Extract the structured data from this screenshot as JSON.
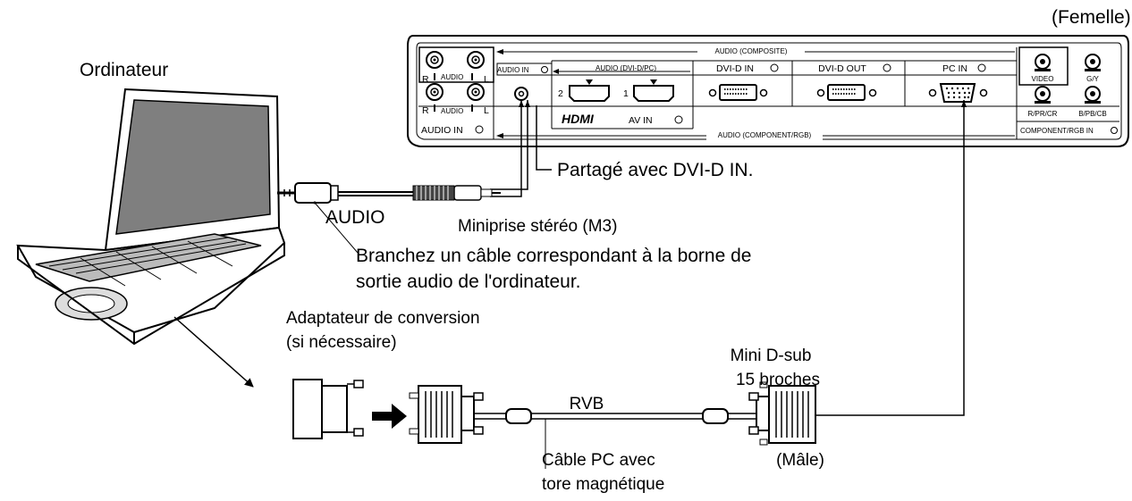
{
  "labels": {
    "femelle": "(Femelle)",
    "ordinateur": "Ordinateur",
    "partage": "Partagé avec DVI-D IN.",
    "audio": "AUDIO",
    "miniprise": "Miniprise stéréo (M3)",
    "branchez_line1": "Branchez un câble correspondant à la borne de",
    "branchez_line2": "sortie audio de l'ordinateur.",
    "adaptateur_line1": "Adaptateur de conversion",
    "adaptateur_line2": "(si nécessaire)",
    "minidsub_line1": "Mini D-sub",
    "minidsub_line2": "15 broches",
    "rvb": "RVB",
    "male": "(Mâle)",
    "cable_line1": "Câble PC avec",
    "cable_line2": "tore magnétique"
  },
  "panel": {
    "audio_composite": "AUDIO (COMPOSITE)",
    "audio_in": "AUDIO IN",
    "audio_dvid_pc": "AUDIO (DVI-D/PC)",
    "dvid_in": "DVI-D IN",
    "dvid_out": "DVI-D OUT",
    "pc_in": "PC IN",
    "video": "VIDEO",
    "gy": "G/Y",
    "r": "R",
    "l": "L",
    "audio_small": "AUDIO",
    "hdmi_2": "2",
    "hdmi_1": "1",
    "hdmi_logo": "HDMI",
    "av_in": "AV IN",
    "rprcr": "R/PR/CR",
    "bpbcb": "B/PB/CB",
    "audio_in_bottom": "AUDIO IN",
    "audio_component": "AUDIO (COMPONENT/RGB)",
    "component_rgb_in": "COMPONENT/RGB IN"
  },
  "icons": [
    "input-arrow-icon",
    "output-arrow-icon",
    "rca-jack-icon",
    "hdmi-port-icon",
    "dvi-port-icon",
    "vga-port-icon",
    "laptop-icon",
    "mini-jack-plug-icon",
    "vga-plug-icon",
    "adapter-icon",
    "ferrite-core-icon",
    "connect-arrow-icon"
  ]
}
